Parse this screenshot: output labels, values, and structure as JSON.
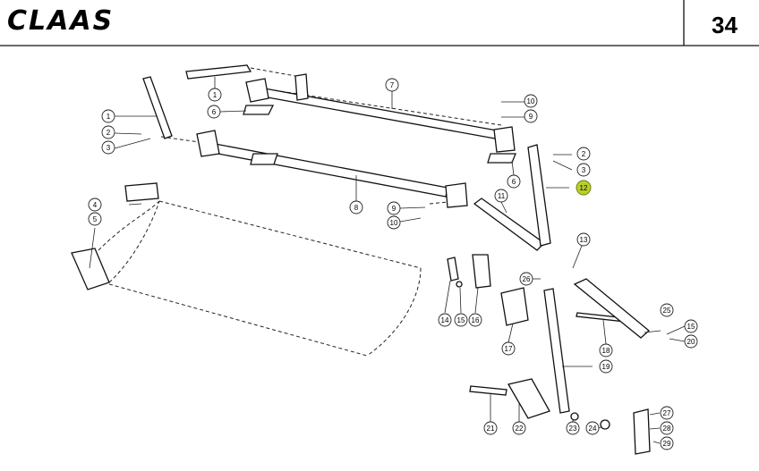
{
  "header": {
    "brand": "CLAAS",
    "page_number": "34"
  },
  "highlighted_callout": "12",
  "callouts": [
    {
      "id": "c1a",
      "label": "1"
    },
    {
      "id": "c1b",
      "label": "1"
    },
    {
      "id": "c2a",
      "label": "2"
    },
    {
      "id": "c2b",
      "label": "2"
    },
    {
      "id": "c3a",
      "label": "3"
    },
    {
      "id": "c3b",
      "label": "3"
    },
    {
      "id": "c4",
      "label": "4"
    },
    {
      "id": "c5",
      "label": "5"
    },
    {
      "id": "c6a",
      "label": "6"
    },
    {
      "id": "c6b",
      "label": "6"
    },
    {
      "id": "c7",
      "label": "7"
    },
    {
      "id": "c8",
      "label": "8"
    },
    {
      "id": "c9a",
      "label": "9"
    },
    {
      "id": "c9b",
      "label": "9"
    },
    {
      "id": "c10a",
      "label": "10"
    },
    {
      "id": "c10b",
      "label": "10"
    },
    {
      "id": "c11",
      "label": "11"
    },
    {
      "id": "c12",
      "label": "12"
    },
    {
      "id": "c13",
      "label": "13"
    },
    {
      "id": "c14",
      "label": "14"
    },
    {
      "id": "c15a",
      "label": "15"
    },
    {
      "id": "c15b",
      "label": "15"
    },
    {
      "id": "c16",
      "label": "16"
    },
    {
      "id": "c17",
      "label": "17"
    },
    {
      "id": "c18",
      "label": "18"
    },
    {
      "id": "c19",
      "label": "19"
    },
    {
      "id": "c20",
      "label": "20"
    },
    {
      "id": "c21",
      "label": "21"
    },
    {
      "id": "c22",
      "label": "22"
    },
    {
      "id": "c23",
      "label": "23"
    },
    {
      "id": "c24",
      "label": "24"
    },
    {
      "id": "c25",
      "label": "25"
    },
    {
      "id": "c26",
      "label": "26"
    },
    {
      "id": "c27",
      "label": "27"
    },
    {
      "id": "c28",
      "label": "28"
    },
    {
      "id": "c29",
      "label": "29"
    }
  ]
}
